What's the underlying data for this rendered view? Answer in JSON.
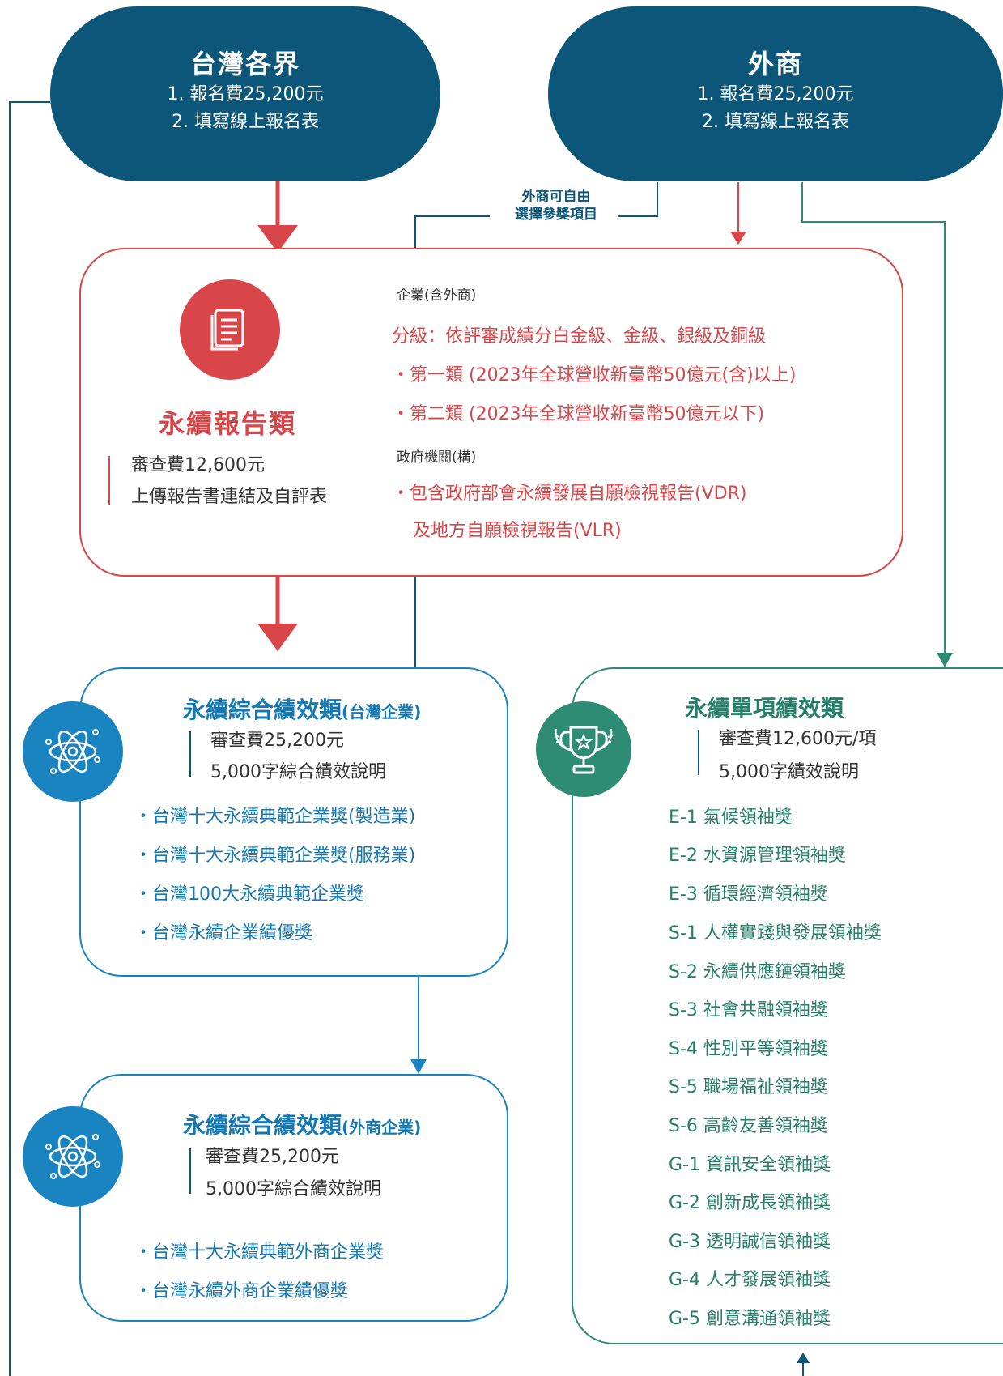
{
  "taiwan": {
    "title": "台灣各界",
    "line1": "1. 報名費25,200元",
    "line2": "2. 填寫線上報名表"
  },
  "foreign": {
    "title": "外商",
    "line1": "1. 報名費25,200元",
    "line2": "2. 填寫線上報名表"
  },
  "note": {
    "line1": "外商可自由",
    "line2": "選擇參獎項目"
  },
  "report": {
    "title": "永續報告類",
    "fee": "審查費12,600元",
    "upload": "上傳報告書連結及自評表",
    "enterprise_label": "企業(含外商)",
    "grading": "分級：依評審成績分白金級、金級、銀級及銅級",
    "cat1": "・第一類 (2023年全球營收新臺幣50億元(含)以上)",
    "cat2": "・第二類 (2023年全球營收新臺幣50億元以下)",
    "gov_label": "政府機關(構)",
    "gov1": "・包含政府部會永續發展自願檢視報告(VDR)",
    "gov2": "及地方自願檢視報告(VLR)"
  },
  "comp_tw": {
    "title": "永續綜合績效類",
    "tag": "(台灣企業)",
    "fee": "審查費25,200元",
    "desc": "5,000字綜合績效說明",
    "items": [
      "・台灣十大永續典範企業獎(製造業)",
      "・台灣十大永續典範企業獎(服務業)",
      "・台灣100大永續典範企業獎",
      "・台灣永續企業績優獎"
    ]
  },
  "comp_fo": {
    "title": "永續綜合績效類",
    "tag": "(外商企業)",
    "fee": "審查費25,200元",
    "desc": "5,000字綜合績效說明",
    "items": [
      "・台灣十大永續典範外商企業獎",
      "・台灣永續外商企業績優獎"
    ]
  },
  "single": {
    "title": "永續單項績效類",
    "fee": "審查費12,600元/項",
    "desc": "5,000字績效說明",
    "items": [
      "E-1 氣候領袖獎",
      "E-2 水資源管理領袖獎",
      "E-3 循環經濟領袖獎",
      "S-1 人權實踐與發展領袖獎",
      "S-2 永續供應鏈領袖獎",
      "S-3 社會共融領袖獎",
      "S-4 性別平等領袖獎",
      "S-5 職場福祉領袖獎",
      "S-6 高齡友善領袖獎",
      "G-1 資訊安全領袖獎",
      "G-2 創新成長領袖獎",
      "G-3 透明誠信領袖獎",
      "G-4 人才發展領袖獎",
      "G-5 創意溝通領袖獎"
    ]
  },
  "colors": {
    "navy": "#0b5679",
    "red": "#d9464a",
    "blue": "#1a84c1",
    "green": "#2e8b74"
  },
  "icons": {
    "report": "document-icon",
    "comprehensive": "atom-icon",
    "single": "trophy-icon"
  }
}
